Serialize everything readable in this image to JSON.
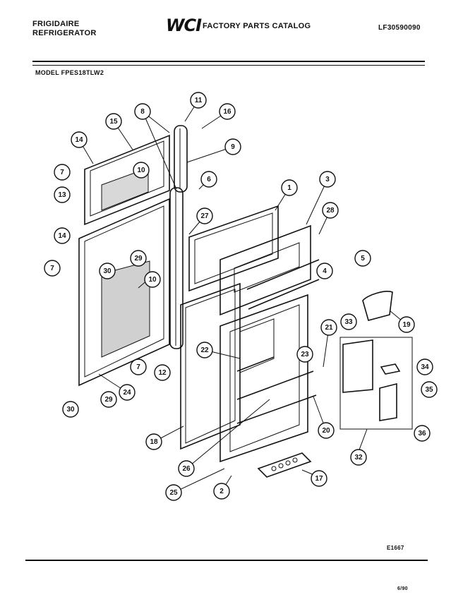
{
  "header": {
    "brand_line1": "FRIGIDAIRE",
    "brand_line2": "REFRIGERATOR",
    "logo_text": "WCI",
    "catalog_title": "FACTORY PARTS CATALOG",
    "part_number": "LF30590090",
    "model": "MODEL FPES18TLW2"
  },
  "footer": {
    "diagram_code": "E1667",
    "date": "6/90"
  },
  "callouts": [
    "1",
    "2",
    "3",
    "4",
    "5",
    "6",
    "7",
    "8",
    "9",
    "10",
    "11",
    "12",
    "13",
    "14",
    "15",
    "16",
    "17",
    "18",
    "19",
    "20",
    "21",
    "22",
    "23",
    "24",
    "25",
    "26",
    "27",
    "28",
    "29",
    "30",
    "32",
    "33",
    "34",
    "35",
    "36"
  ],
  "colors": {
    "ink": "#111111",
    "paper": "#ffffff"
  }
}
